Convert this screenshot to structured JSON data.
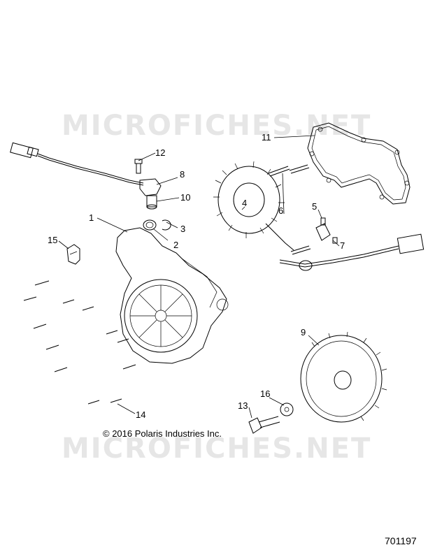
{
  "watermark": "MICROFICHES.NET",
  "copyright": "© 2016 Polaris Industries Inc.",
  "figure_number": "701197",
  "callouts": [
    {
      "id": "1",
      "label": "1"
    },
    {
      "id": "2",
      "label": "2"
    },
    {
      "id": "3",
      "label": "3"
    },
    {
      "id": "4",
      "label": "4"
    },
    {
      "id": "5",
      "label": "5"
    },
    {
      "id": "6",
      "label": "6"
    },
    {
      "id": "7",
      "label": "7"
    },
    {
      "id": "8",
      "label": "8"
    },
    {
      "id": "9",
      "label": "9"
    },
    {
      "id": "10",
      "label": "10"
    },
    {
      "id": "11",
      "label": "11"
    },
    {
      "id": "12",
      "label": "12"
    },
    {
      "id": "13",
      "label": "13"
    },
    {
      "id": "14",
      "label": "14"
    },
    {
      "id": "15",
      "label": "15"
    },
    {
      "id": "16",
      "label": "16"
    }
  ]
}
